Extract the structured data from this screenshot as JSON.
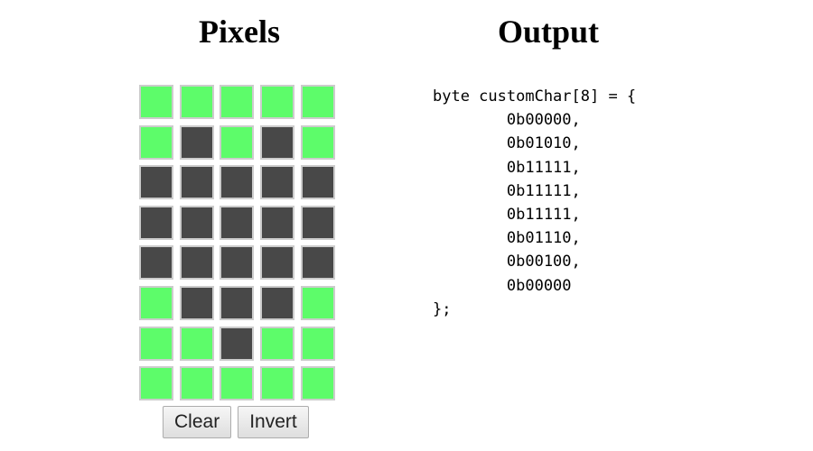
{
  "titles": {
    "pixels": "Pixels",
    "output": "Output"
  },
  "colors": {
    "on": "#484848",
    "off": "#5dfc6a"
  },
  "grid": [
    [
      0,
      0,
      0,
      0,
      0
    ],
    [
      0,
      1,
      0,
      1,
      0
    ],
    [
      1,
      1,
      1,
      1,
      1
    ],
    [
      1,
      1,
      1,
      1,
      1
    ],
    [
      1,
      1,
      1,
      1,
      1
    ],
    [
      0,
      1,
      1,
      1,
      0
    ],
    [
      0,
      0,
      1,
      0,
      0
    ],
    [
      0,
      0,
      0,
      0,
      0
    ]
  ],
  "buttons": {
    "clear": "Clear",
    "invert": "Invert"
  },
  "output": {
    "header": "byte customChar[8] = {",
    "lines": [
      "        0b00000,",
      "        0b01010,",
      "        0b11111,",
      "        0b11111,",
      "        0b11111,",
      "        0b01110,",
      "        0b00100,",
      "        0b00000"
    ],
    "footer": "};"
  }
}
